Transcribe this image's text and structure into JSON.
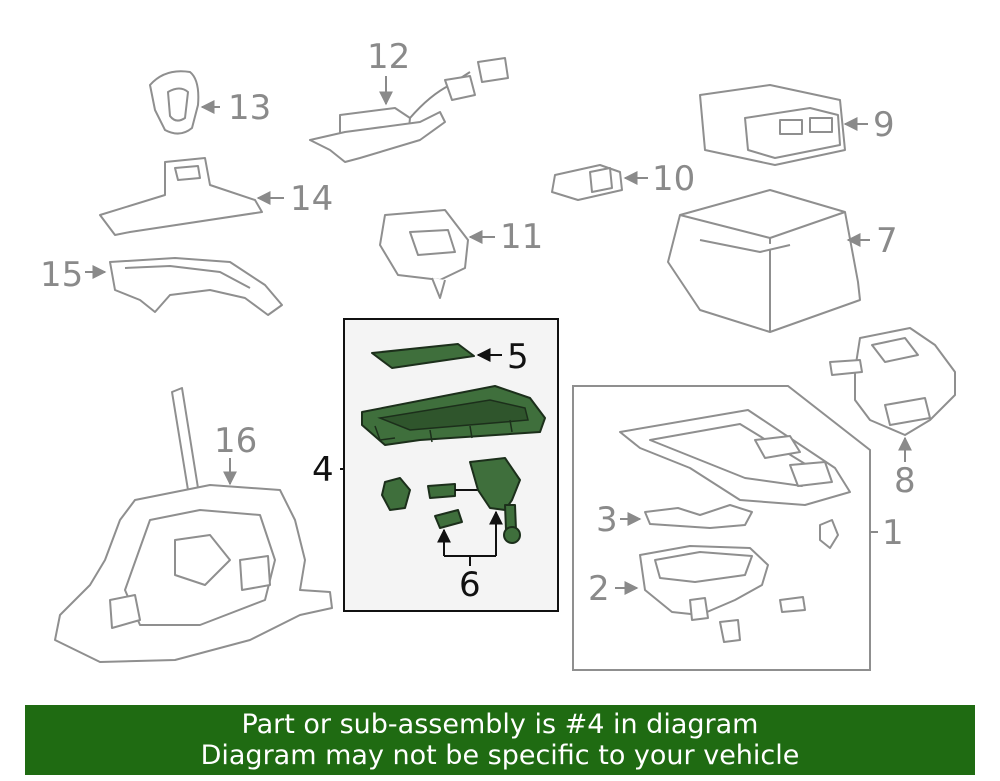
{
  "callouts": {
    "c1": "1",
    "c2": "2",
    "c3": "3",
    "c4": "4",
    "c5": "5",
    "c6": "6",
    "c7": "7",
    "c8": "8",
    "c9": "9",
    "c10": "10",
    "c11": "11",
    "c12": "12",
    "c13": "13",
    "c14": "14",
    "c15": "15",
    "c16": "16"
  },
  "highlight_callout": "4",
  "colors": {
    "highlight": "#3f6f3c",
    "banner": "#1f6b12",
    "line_art": "#8f8f8f"
  },
  "banner": {
    "line1": "Part or sub-assembly is #4 in diagram",
    "line2": "Diagram may not be specific to your vehicle"
  }
}
